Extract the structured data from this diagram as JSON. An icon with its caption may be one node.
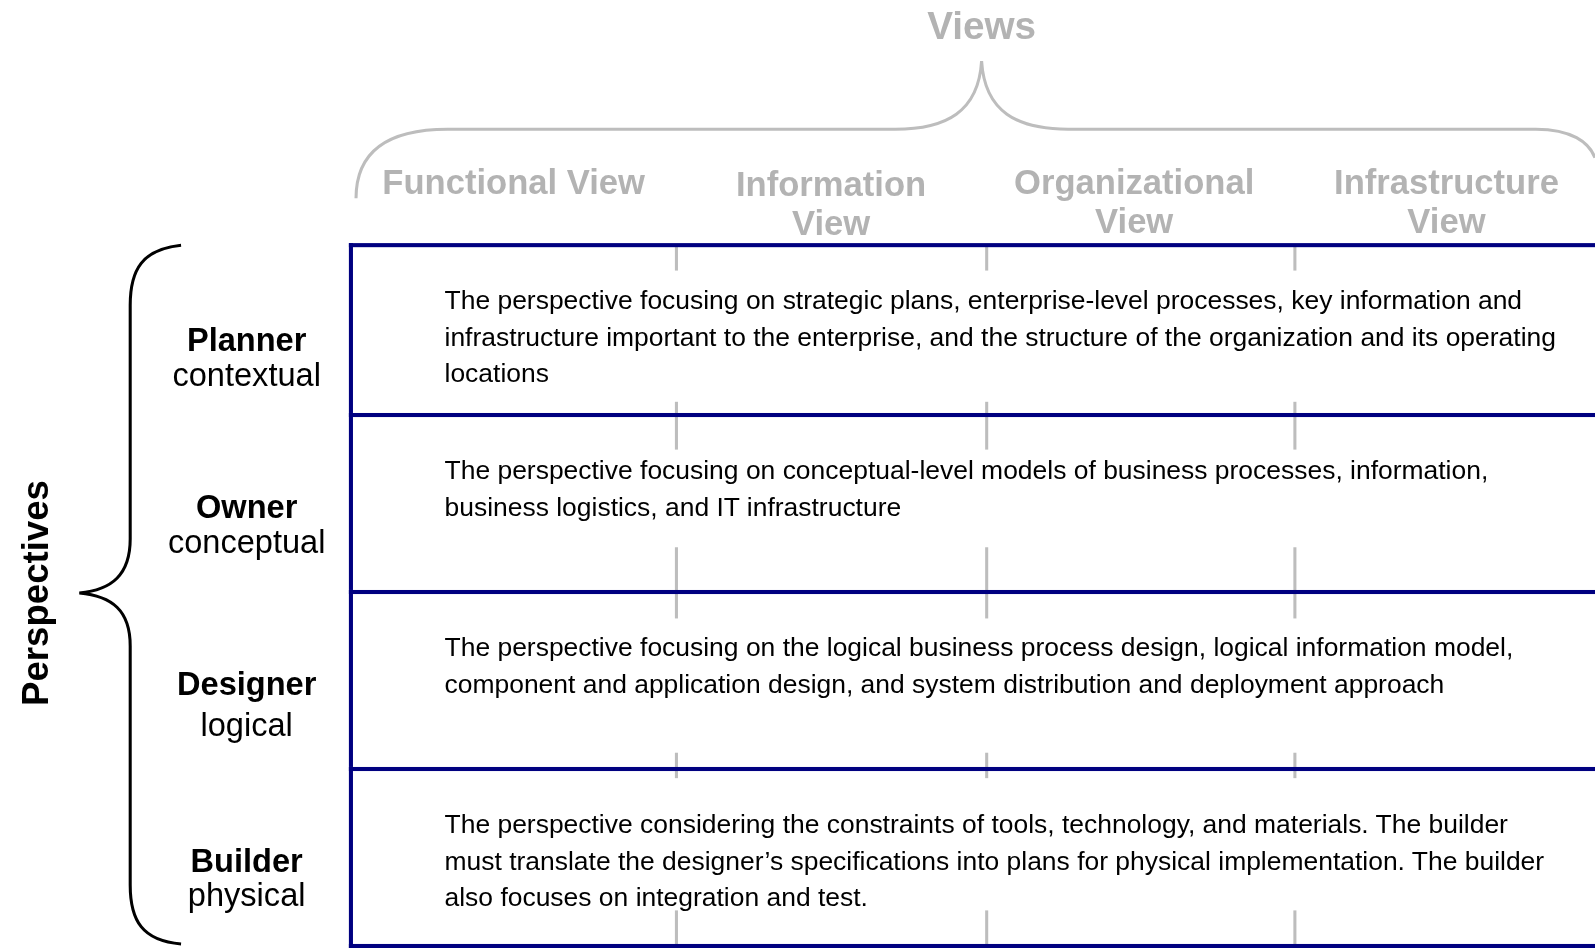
{
  "diagram": {
    "nodes": [
      {
        "text": [
          "The perspective focusing on strategic plans, enterprise-level processes, key information and infrastructure important to the enterprise, and the structure of the organization and its operating locations"
        ],
        "beside": [
          "Planner",
          "contextual"
        ]
      },
      {
        "text": [
          "The perspective focusing on conceptual-level models of business processes, information, business logistics, and IT infrastructure"
        ],
        "beside": [
          "Owner",
          "conceptual"
        ]
      },
      {
        "text": [
          "The perspective focusing on the logical business process design, logical information model, component and application design, and system distribution and deployment approach"
        ],
        "beside": [
          "Designer",
          "logical"
        ]
      },
      {
        "text": [
          "The perspective considering the constraints of tools, technology, and materials. The builder must translate the designer’s specifications into plans for physical implementation.  The builder also focuses on integration and test."
        ],
        "beside": [
          "Builder",
          "physical"
        ]
      }
    ],
    "labels": [
      "Views",
      "Functional View",
      "Information View",
      "Organizational View",
      "Infrastructure View",
      "Perspectives"
    ]
  }
}
